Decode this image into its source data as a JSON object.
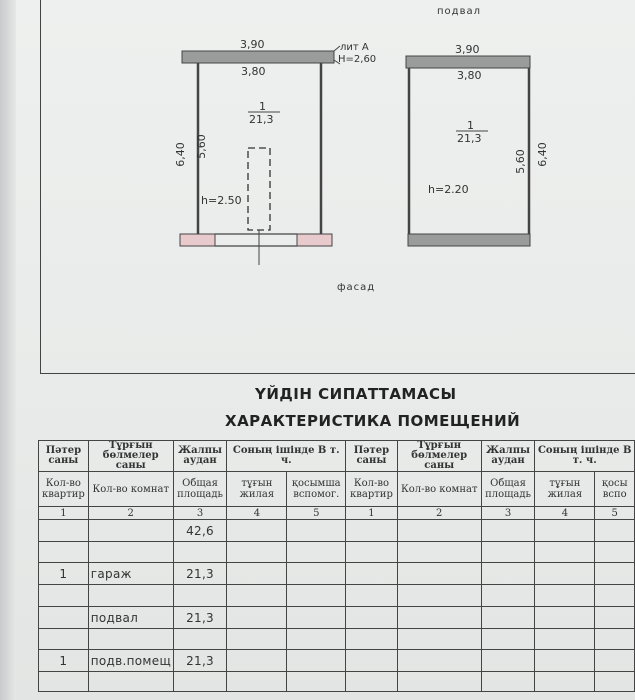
{
  "plan": {
    "page_label": "подвал",
    "facade_label": "фасад",
    "left_room": {
      "outer_width": "3,90",
      "inner_width": "3,80",
      "lit_label": "лит А",
      "height_label": "H=2,60",
      "area_fraction_top": "1",
      "area_fraction_bottom": "21,3",
      "outer_length": "6,40",
      "inner_length": "5,60",
      "ceiling": "h=2.50"
    },
    "right_room": {
      "outer_width": "3,90",
      "inner_width": "3,80",
      "area_fraction_top": "1",
      "area_fraction_bottom": "21,3",
      "inner_length": "5,60",
      "outer_length": "6,40",
      "ceiling": "h=2.20"
    }
  },
  "title_kz": "ҮЙДІН СИПАТТАМАСЫ",
  "title_ru": "ХАРАКТЕРИСТИКА ПОМЕЩЕНИЙ",
  "table": {
    "header_top": [
      "Пәтер саны",
      "Тұрғын бөлмелер саны",
      "Жалпы аудан",
      "Соның ішінде В т. ч.",
      "Пәтер саны",
      "Тұрғын бөлмелер саны",
      "Жалпы аудан",
      "Соның ішінде В т. ч."
    ],
    "header_sub": [
      "Кол-во квартир",
      "Кол-во комнат",
      "Общая площадь",
      "тұғын жилая",
      "қосымша вспомог.",
      "Кол-во квартир",
      "Кол-во комнат",
      "Общая площадь",
      "тұғын жилая",
      "қосы вспо"
    ],
    "col_numbers": [
      "1",
      "2",
      "3",
      "4",
      "5",
      "1",
      "2",
      "3",
      "4",
      "5"
    ],
    "rows": [
      {
        "c1": "",
        "c2": "",
        "c3": "42,6"
      },
      {
        "c1": "",
        "c2": "",
        "c3": ""
      },
      {
        "c1": "1",
        "c2": "гараж",
        "c3": "21,3"
      },
      {
        "c1": "",
        "c2": "",
        "c3": ""
      },
      {
        "c1": "",
        "c2": "подвал",
        "c3": "21,3"
      },
      {
        "c1": "",
        "c2": "",
        "c3": ""
      },
      {
        "c1": "1",
        "c2": "подв.помещ",
        "c3": "21,3"
      },
      {
        "c1": "",
        "c2": "",
        "c3": ""
      }
    ]
  }
}
